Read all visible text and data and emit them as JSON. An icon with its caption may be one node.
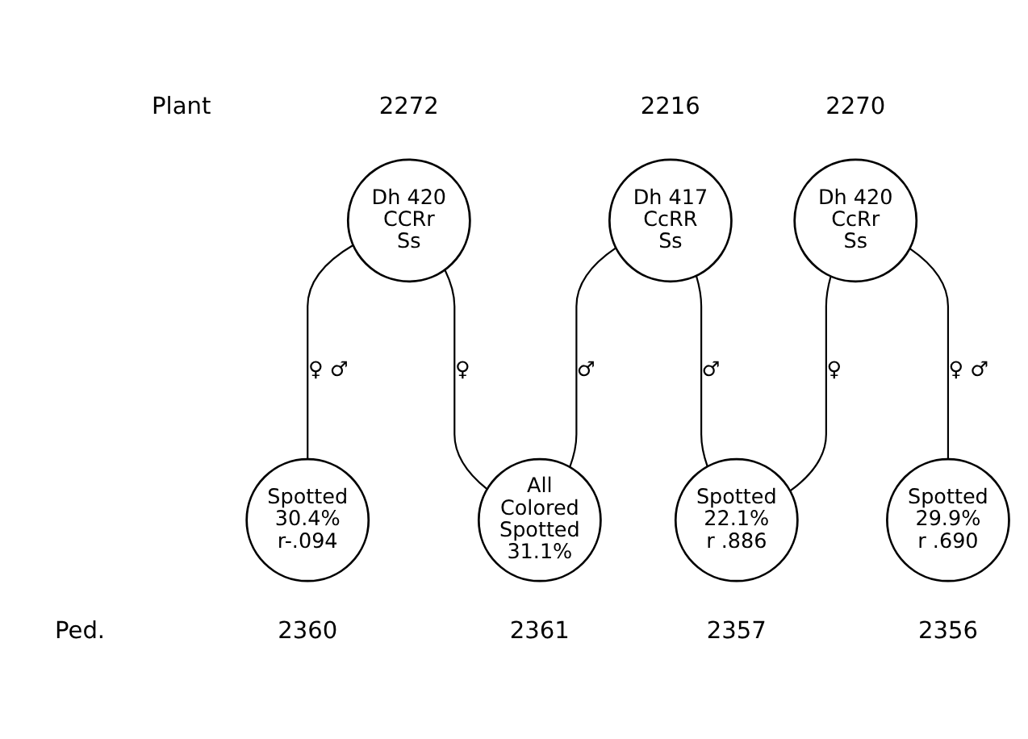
{
  "diagram": {
    "nodes": [
      {
        "text": [
          "Dh 420",
          "CCRr",
          "Ss"
        ],
        "beside": [
          "2272"
        ]
      },
      {
        "text": [
          "Dh 417",
          "CcRR",
          "Ss"
        ],
        "beside": [
          "2216"
        ]
      },
      {
        "text": [
          "Dh 420",
          "CcRr",
          "Ss"
        ],
        "beside": [
          "2270"
        ]
      },
      {
        "text": [
          "Spotted",
          "30.4%",
          "r-.094"
        ],
        "beside": [
          "2360"
        ]
      },
      {
        "text": [
          "All",
          "Colored",
          "Spotted",
          "31.1%"
        ],
        "beside": [
          "2361"
        ]
      },
      {
        "text": [
          "Spotted",
          "22.1%",
          "r .886"
        ],
        "beside": [
          "2357"
        ]
      },
      {
        "text": [
          "Spotted",
          "29.9%",
          "r .690"
        ],
        "beside": [
          "2356"
        ]
      }
    ],
    "edges": [
      {
        "from": 0,
        "to": 3,
        "arrow": "none",
        "label": "♀ ♂"
      },
      {
        "from": 0,
        "to": 4,
        "arrow": "none",
        "label": "♀"
      },
      {
        "from": 1,
        "to": 4,
        "arrow": "none",
        "label": "♂"
      },
      {
        "from": 1,
        "to": 5,
        "arrow": "none",
        "label": "♂"
      },
      {
        "from": 2,
        "to": 5,
        "arrow": "none",
        "label": "♀"
      },
      {
        "from": 2,
        "to": 6,
        "arrow": "none",
        "label": "♀ ♂"
      }
    ],
    "labels": [
      "Plant",
      "Ped."
    ]
  }
}
